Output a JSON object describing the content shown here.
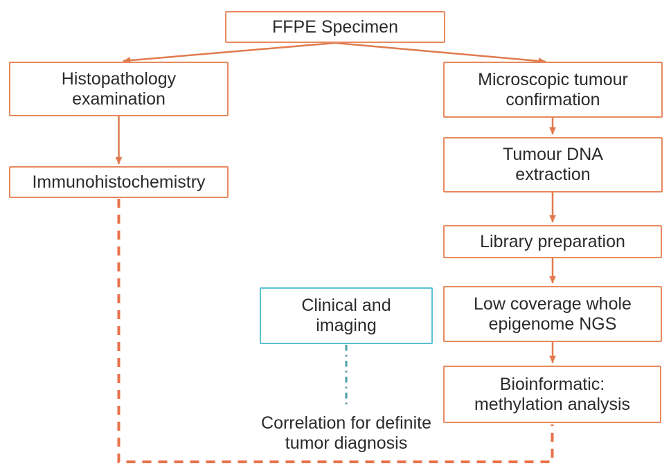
{
  "diagram": {
    "nodes": [
      {
        "id": "ffpe-specimen",
        "label": "FFPE Specimen",
        "border_style": "orange"
      },
      {
        "id": "histopathology-examination",
        "label": "Histopathology\nexamination",
        "border_style": "orange"
      },
      {
        "id": "immunohistochemistry",
        "label": "Immunohistochemistry",
        "border_style": "orange"
      },
      {
        "id": "microscopic-tumour-confirmation",
        "label": "Microscopic tumour\nconfirmation",
        "border_style": "orange"
      },
      {
        "id": "tumour-dna-extraction",
        "label": "Tumour DNA\nextraction",
        "border_style": "orange"
      },
      {
        "id": "library-preparation",
        "label": "Library preparation",
        "border_style": "orange"
      },
      {
        "id": "low-coverage-whole-epigenome-ngs",
        "label": "Low coverage whole\nepigenome NGS",
        "border_style": "orange"
      },
      {
        "id": "bioinformatic-methylation-analysis",
        "label": "Bioinformatic:\nmethylation analysis",
        "border_style": "orange"
      },
      {
        "id": "clinical-and-imaging",
        "label": "Clinical and\nimaging",
        "border_style": "blue"
      }
    ],
    "annotations": {
      "correlation": "Correlation for definite\ntumor diagnosis"
    },
    "edges": [
      {
        "from": "FFPE Specimen",
        "to": "Histopathology examination",
        "style": "solid-arrow"
      },
      {
        "from": "FFPE Specimen",
        "to": "Microscopic tumour confirmation",
        "style": "solid-arrow"
      },
      {
        "from": "Histopathology examination",
        "to": "Immunohistochemistry",
        "style": "solid-arrow"
      },
      {
        "from": "Microscopic tumour confirmation",
        "to": "Tumour DNA extraction",
        "style": "solid-arrow"
      },
      {
        "from": "Tumour DNA extraction",
        "to": "Library preparation",
        "style": "solid-arrow"
      },
      {
        "from": "Library preparation",
        "to": "Low coverage whole epigenome NGS",
        "style": "solid-arrow"
      },
      {
        "from": "Low coverage whole epigenome NGS",
        "to": "Bioinformatic: methylation analysis",
        "style": "solid-arrow"
      },
      {
        "from": "Immunohistochemistry",
        "to": "Correlation for definite tumor diagnosis",
        "style": "dashed-orange"
      },
      {
        "from": "Bioinformatic: methylation analysis",
        "to": "Correlation for definite tumor diagnosis",
        "style": "dashed-orange"
      },
      {
        "from": "Clinical and imaging",
        "to": "Correlation for definite tumor diagnosis",
        "style": "dash-dot-teal"
      }
    ],
    "colors": {
      "node_border_orange": "#E8895E",
      "connector_orange": "#E07A4D",
      "dashed_orange": "#E8714A",
      "node_border_blue": "#5BC1D2",
      "dash_dot_teal": "#4F9EA2",
      "text": "#2B2B2B",
      "background": "#FFFFFF"
    }
  }
}
